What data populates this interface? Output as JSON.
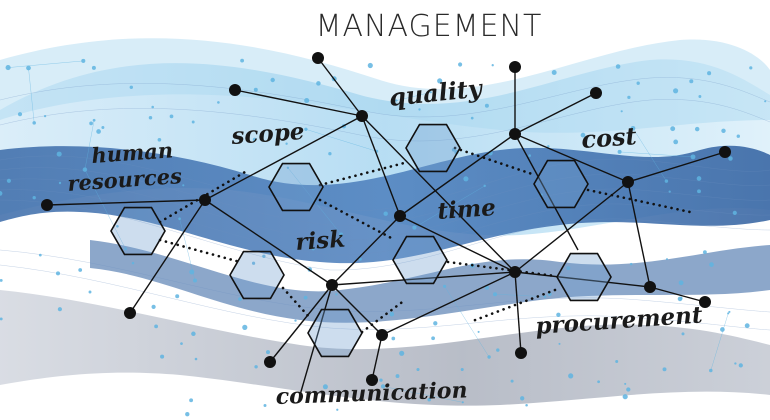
{
  "title": "MANAGEMENT",
  "labels": {
    "human": "human",
    "resources": "resources",
    "scope": "scope",
    "quality": "quality",
    "cost": "cost",
    "time": "time",
    "risk": "risk",
    "procurement": "procurement",
    "communication": "communication"
  },
  "colors": {
    "wave_dark": "#2f5f9f",
    "wave_light": "#5fb4e0",
    "wave_gray": "#8e95a4",
    "node": "#111111",
    "hex_fill": "#6f9fcf",
    "line": "#111111"
  }
}
